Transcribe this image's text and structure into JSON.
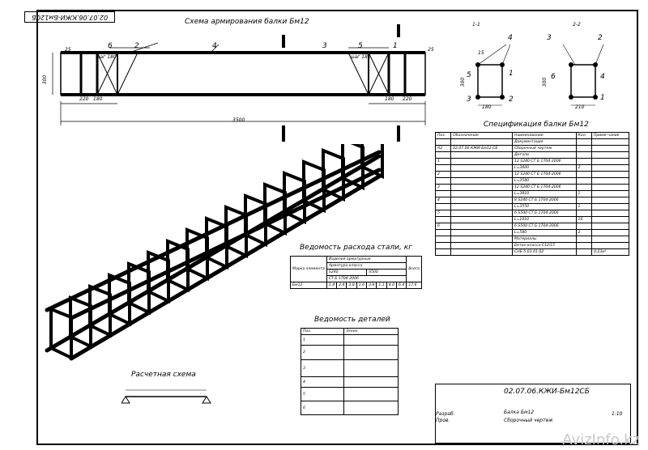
{
  "doc_code_rotated": "02.07.06.КЖИ-Бм12СБ",
  "main_title": "Схема армирования балки Бм12",
  "section_11": "1-1",
  "section_22": "2-2",
  "dims": {
    "total": "3500",
    "left_a": "220",
    "left_b": "180",
    "right_b": "180",
    "right_a": "220",
    "height": "300",
    "p5": "25",
    "shag": "шаг 180",
    "sec_w": "180",
    "sec_w2": "210",
    "sec_h": "300",
    "s15": "15"
  },
  "callouts": [
    "6",
    "2",
    "4",
    "3",
    "5",
    "1"
  ],
  "sec_callouts": [
    "4",
    "1",
    "5",
    "3",
    "2"
  ],
  "sec2_callouts": [
    "3",
    "2",
    "6",
    "4",
    "1"
  ],
  "steel_title": "Ведомость расхода стали, кг",
  "steel": {
    "h1": "Изделия арматурные",
    "h2": "Арматура класса",
    "c1": "S240",
    "c2": "S500",
    "col_mark": "Марка элемента",
    "ct1": "СТ Б 1704-2006",
    "total": "Всего",
    "row_mark": "Бм12",
    "vals": [
      "1.4",
      "2.4",
      "3.8",
      "1.6",
      "3.8",
      "1.1",
      "4.0",
      "6.4",
      "17.6"
    ]
  },
  "details_title": "Ведомость деталей",
  "details": {
    "col_pos": "Поз.",
    "col_sketch": "Эскиз",
    "rows": [
      "1",
      "2",
      "3",
      "4",
      "5",
      "6"
    ]
  },
  "calc_title": "Расчетная схема",
  "spec_title": "Спецификация балки Бм12",
  "spec": {
    "headers": [
      "Поз.",
      "Обозначение",
      "Наименование",
      "Кол.",
      "Приме-чание"
    ],
    "rows": [
      [
        "",
        "",
        "Документация",
        "",
        ""
      ],
      [
        "А2",
        "02.07.06.КЖИ-Бм12.СБ",
        "Сборочный чертеж",
        "",
        ""
      ],
      [
        "",
        "",
        "Детали",
        "",
        ""
      ],
      [
        "1",
        "",
        "12 S240 СТ Б 1704-2006",
        "",
        ""
      ],
      [
        "",
        "",
        "L=3600",
        "2",
        ""
      ],
      [
        "2",
        "",
        "12 S240 СТ Б 1704-2006",
        "",
        ""
      ],
      [
        "",
        "",
        "L=3580",
        "",
        ""
      ],
      [
        "3",
        "",
        "12 S240 СТ Б 1704-2006",
        "",
        ""
      ],
      [
        "",
        "",
        "L=3810",
        "1",
        ""
      ],
      [
        "4",
        "",
        "8 S240 СТ Б 1704-2006",
        "",
        ""
      ],
      [
        "",
        "",
        "L=3550",
        "1",
        ""
      ],
      [
        "5",
        "",
        "6 S500 СТ Б 1704-2006",
        "",
        ""
      ],
      [
        "",
        "",
        "L=1010",
        "16",
        ""
      ],
      [
        "6",
        "",
        "6 S500 СТ Б 1704-2006",
        "",
        ""
      ],
      [
        "",
        "",
        "L=580",
        "2",
        ""
      ],
      [
        "",
        "",
        "Материалы",
        "",
        ""
      ],
      [
        "",
        "",
        "Бетон класса С12/15",
        "",
        ""
      ],
      [
        "",
        "",
        "СНБ 5.03.01-02",
        "",
        "0,23м³"
      ]
    ]
  },
  "stamp": {
    "code": "02.07.06.КЖИ-Бм12СБ",
    "name1": "Балка Бм12",
    "name2": "Сборочный чертеж",
    "scale": "1:10",
    "labels": [
      "Разраб.",
      "Пров."
    ]
  },
  "watermark": "AvizInfo.kz"
}
